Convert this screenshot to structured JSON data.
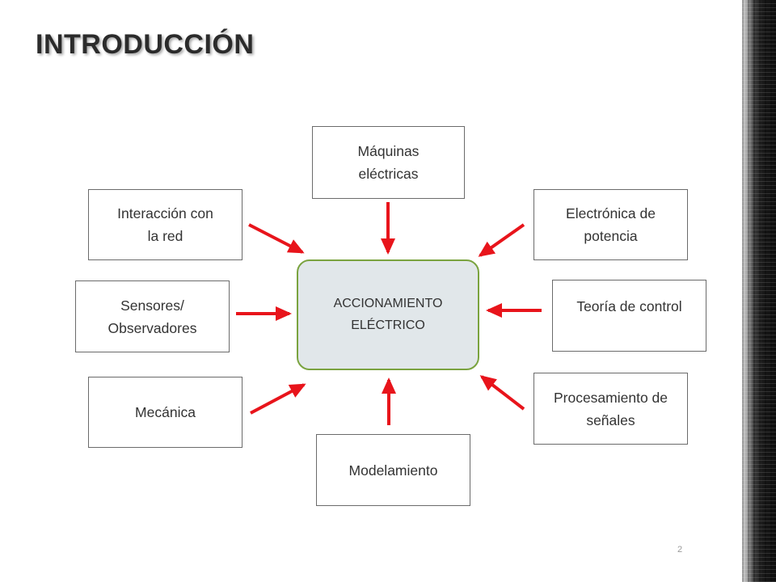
{
  "slide": {
    "title": "INTRODUCCIÓN",
    "page_number": "2"
  },
  "diagram": {
    "center": "ACCIONAMIENTO\nELÉCTRICO",
    "nodes": {
      "maquinas": "Máquinas\neléctricas",
      "interaccion": "Interacción con\nla red",
      "electronica": "Electrónica de\npotencia",
      "sensores": "Sensores/\nObservadores",
      "teoria": "Teoría de control",
      "mecanica": "Mecánica",
      "procesamiento": "Procesamiento de\nseñales",
      "modelamiento": "Modelamiento"
    },
    "colors": {
      "arrow": "#e8141b",
      "center_fill": "#e1e7ea",
      "center_border": "#7aa33f",
      "box_border": "#6b6b6b",
      "text": "#333333"
    }
  }
}
